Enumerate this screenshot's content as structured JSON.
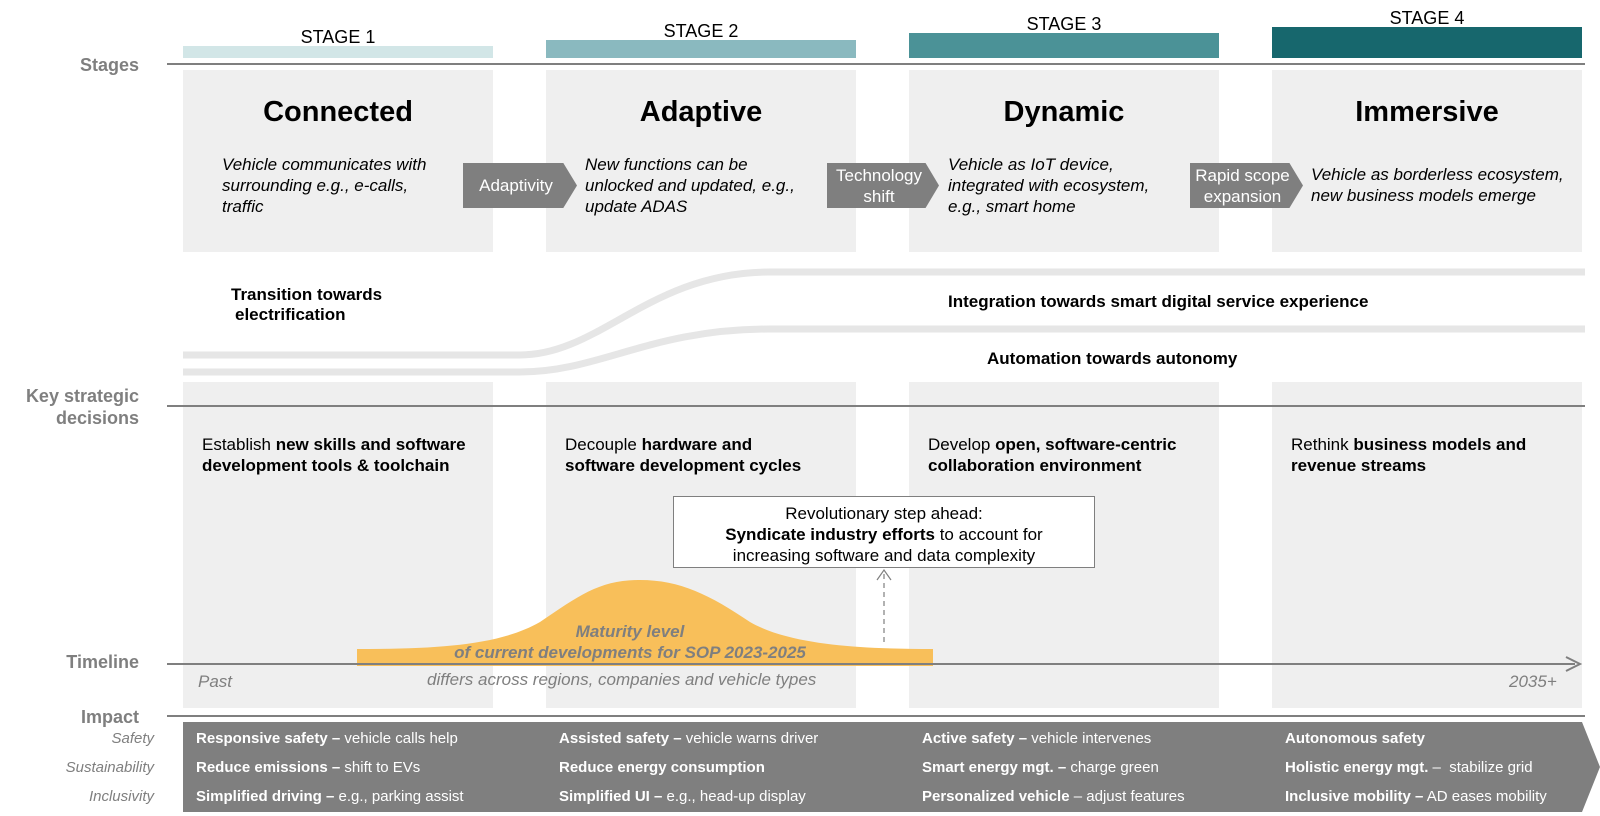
{
  "row_labels": {
    "stages": "Stages",
    "key_decisions_line1": "Key strategic",
    "key_decisions_line2": "decisions",
    "timeline": "Timeline",
    "impact": "Impact"
  },
  "stages": [
    {
      "label": "STAGE 1",
      "title": "Connected",
      "color": "#d2e6e7",
      "desc": [
        "Vehicle communicates with",
        "surrounding e.g., e-calls,",
        "traffic"
      ]
    },
    {
      "label": "STAGE 2",
      "title": "Adaptive",
      "color": "#8ab9bf",
      "desc": [
        "New functions can be",
        "unlocked and updated, e.g.,",
        "update ADAS"
      ]
    },
    {
      "label": "STAGE 3",
      "title": "Dynamic",
      "color": "#4b9297",
      "desc": [
        "Vehicle as IoT device,",
        "integrated with ecosystem,",
        "e.g., smart home"
      ]
    },
    {
      "label": "STAGE 4",
      "title": "Immersive",
      "color": "#17676d",
      "desc": [
        "Vehicle as borderless ecosystem,",
        "new business models emerge"
      ]
    }
  ],
  "transitions": [
    {
      "line1": "Adaptivity",
      "line2": ""
    },
    {
      "line1": "Technology",
      "line2": "shift"
    },
    {
      "line1": "Rapid scope",
      "line2": "expansion"
    }
  ],
  "trends": {
    "electrification_1": "Transition towards",
    "electrification_2": "electrification",
    "digital_service": "Integration towards smart digital service experience",
    "autonomy": "Automation towards autonomy"
  },
  "decisions": [
    {
      "pre": "Establish ",
      "bold1": "new skills and software",
      "bold2": "development tools & toolchain",
      "pre2": ""
    },
    {
      "pre": "Decouple ",
      "bold1": "hardware and",
      "bold2": "software development cycles",
      "pre2": ""
    },
    {
      "pre": "Develop ",
      "bold1": "open, software-centric",
      "bold2": "collaboration environment",
      "pre2": ""
    },
    {
      "pre": "Rethink ",
      "bold1": "business models and",
      "bold2": "revenue streams",
      "pre2": ""
    }
  ],
  "callout": {
    "line1": "Revolutionary step ahead:",
    "bold": "Syndicate industry efforts",
    "line2_rest": " to account for",
    "line3": "increasing software and data complexity"
  },
  "maturity": {
    "line1": "Maturity level",
    "line2": "of current developments for SOP 2023-2025",
    "color": "#f8bf5a",
    "note": "differs across regions, companies and vehicle types"
  },
  "timeline": {
    "start": "Past",
    "end": "2035+"
  },
  "impact": {
    "categories": [
      "Safety",
      "Sustainability",
      "Inclusivity"
    ],
    "rows": [
      [
        {
          "bold": "Responsive safety –",
          "text": " vehicle calls help"
        },
        {
          "bold": "Assisted safety –",
          "text": " vehicle warns driver"
        },
        {
          "bold": "Active safety –",
          "text": " vehicle intervenes"
        },
        {
          "bold": "Autonomous safety",
          "text": ""
        }
      ],
      [
        {
          "bold": "Reduce emissions –",
          "text": " shift to EVs"
        },
        {
          "bold": "Reduce energy consumption",
          "text": ""
        },
        {
          "bold": "Smart energy mgt. –",
          "text": " charge green"
        },
        {
          "bold": "Holistic energy mgt.",
          "text": " –  stabilize grid"
        }
      ],
      [
        {
          "bold": "Simplified driving –",
          "text": " e.g., parking assist"
        },
        {
          "bold": "Simplified UI –",
          "text": " e.g., head-up display"
        },
        {
          "bold": "Personalized vehicle",
          "text": " – adjust features"
        },
        {
          "bold": "Inclusive mobility –",
          "text": " AD eases mobility"
        }
      ]
    ],
    "band_color": "#7f7f7f"
  }
}
